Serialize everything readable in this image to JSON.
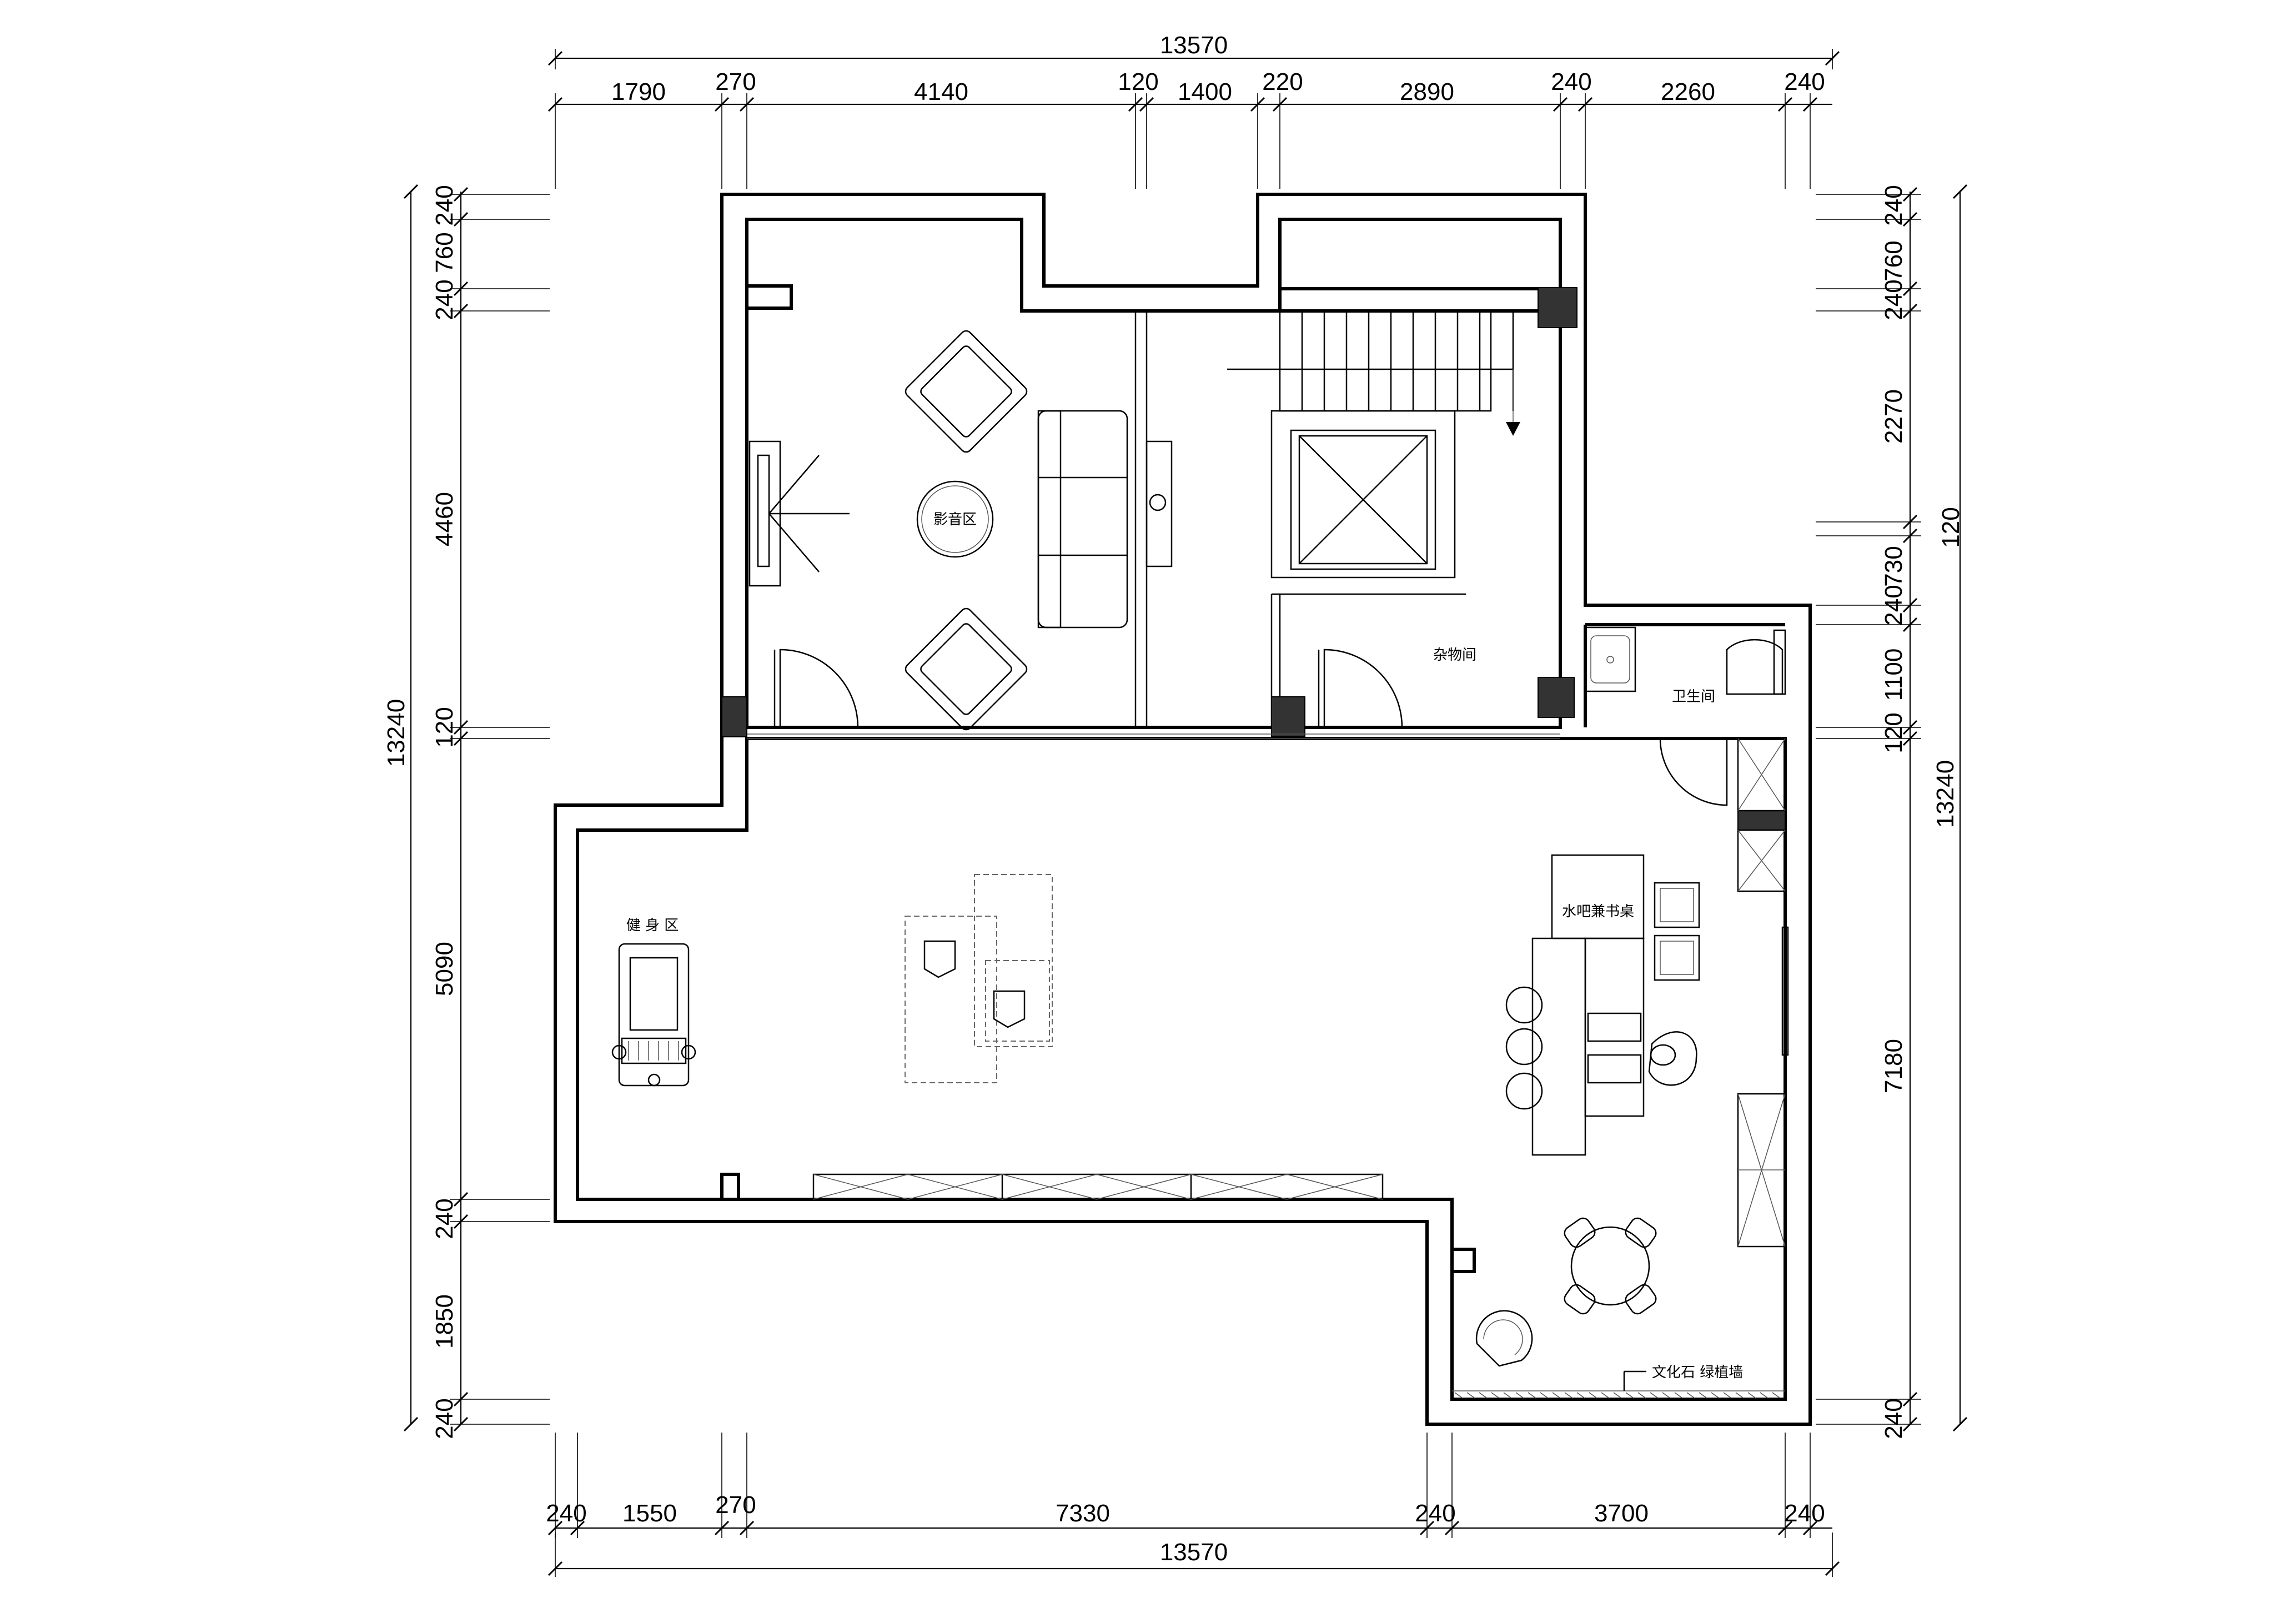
{
  "dimensions": {
    "top_total": "13570",
    "top": [
      "1790",
      "270",
      "4140",
      "120",
      "1400",
      "220",
      "2890",
      "240",
      "2260",
      "240"
    ],
    "bottom": [
      "240",
      "1550",
      "270",
      "7330",
      "240",
      "3700",
      "240"
    ],
    "bottom_total": "13570",
    "left_total": "13240",
    "left": [
      "240",
      "760",
      "240",
      "4460",
      "120",
      "5090",
      "240",
      "1850",
      "240"
    ],
    "right": [
      "240",
      "760",
      "240",
      "2270",
      "120",
      "730",
      "240",
      "1100",
      "120",
      "7180",
      "240"
    ],
    "right_total": "13240"
  },
  "rooms": {
    "av_zone": "影音区",
    "storage": "杂物间",
    "toilet": "卫生间",
    "bar_desk": "水吧兼书桌",
    "gym": "健 身 区",
    "culture_stone": "文化石  绿植墙"
  }
}
